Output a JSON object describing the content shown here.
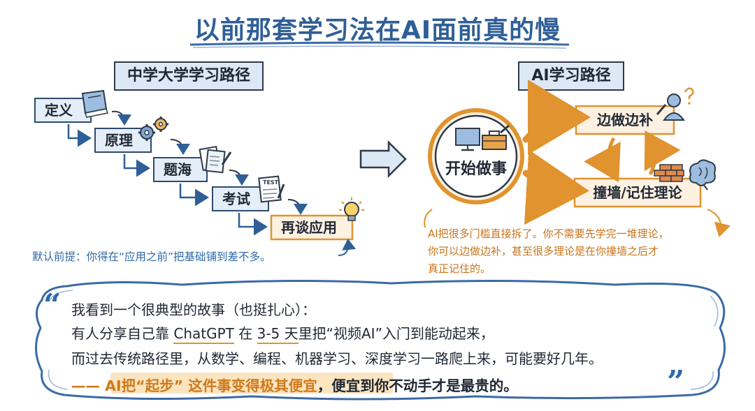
{
  "title": "以前那套学习法在AI面前真的慢",
  "left": {
    "header": "中学大学学习路径",
    "steps": [
      "定义",
      "原理",
      "题海",
      "考试",
      "再谈应用"
    ],
    "note": "默认前提：你得在“应用之前”把基础铺到差不多。"
  },
  "right": {
    "header": "AI学习路径",
    "center": "开始做事",
    "node_top": "边做边补",
    "node_bottom": "撞墙/记住理论",
    "note_lines": [
      "AI把很多门槛直接拆了。你不需要先学完一堆理论，",
      "你可以边做边补，甚至很多理论是在你撞墙之后才",
      "真正记住的。"
    ]
  },
  "story": {
    "line1": "我看到一个很典型的故事（也挺扎心）：",
    "line2": {
      "p1": "有人分享自己靠 ",
      "chatgpt": "ChatGPT",
      "p2": " 在 ",
      "days": "3-5 天",
      "p3": "里把“视频AI”入门到能动起来，"
    },
    "line3": "而过去传统路径里，从数学、编程、机器学习、深度学习一路爬上来，可能要好几年。",
    "line4": {
      "dash": "—— ",
      "hl1": "AI把",
      "hl2": "“起步”",
      "hl3": " 这件事变得极其便宜",
      "rest": "，便宜到你不动手才是最贵的。"
    }
  },
  "test_label": "TEST",
  "quote_open": "“",
  "quote_close": "”",
  "colors": {
    "title": "#2f5f96",
    "blue_frame": "#3b6aa6",
    "step_fill": "#e4eef9",
    "orange": "#e0932e",
    "light_orange": "#fbe4c0",
    "ink": "#1f2733"
  },
  "icons": [
    "book-icon",
    "gears-icon",
    "papers-icon",
    "test-sheet-icon",
    "lightbulb-icon",
    "computer-icon",
    "toolbox-icon",
    "person-question-icon",
    "brick-wall-icon",
    "brain-icon",
    "big-arrow-icon"
  ]
}
